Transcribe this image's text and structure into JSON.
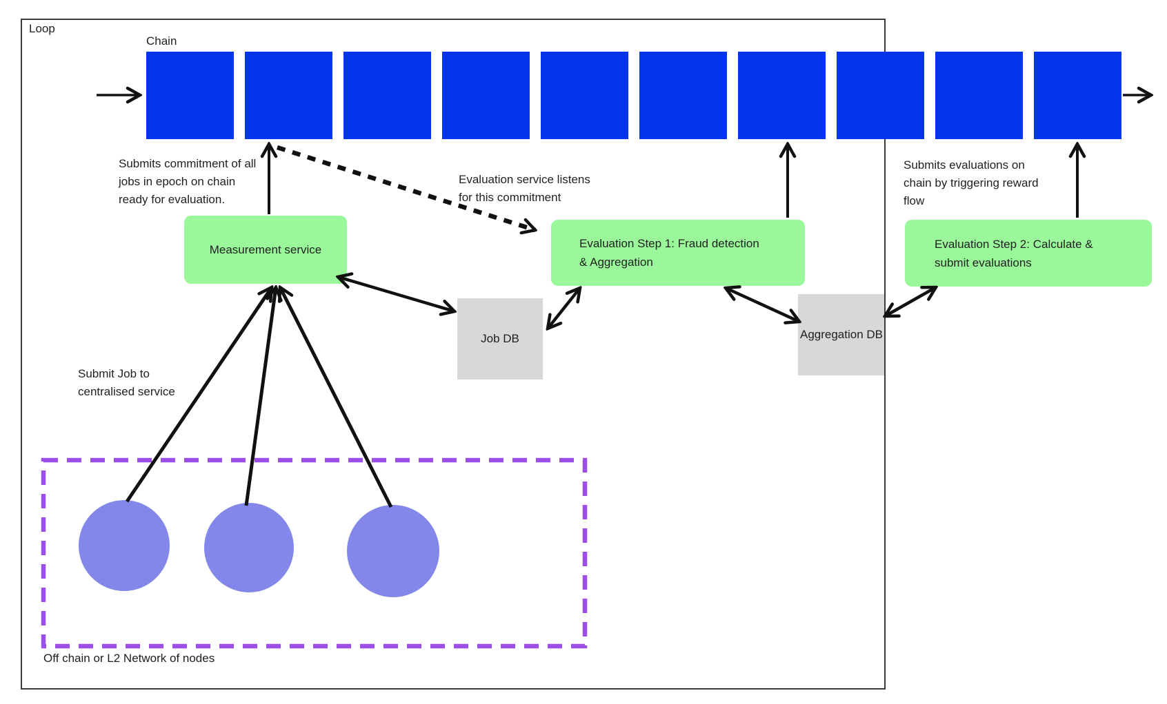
{
  "loop": {
    "label": "Loop"
  },
  "chain": {
    "label": "Chain",
    "block_count": 10
  },
  "services": {
    "measurement": {
      "label": "Measurement service"
    },
    "eval_step1": {
      "line1": "Evaluation Step 1: Fraud detection",
      "line2": "& Aggregation"
    },
    "eval_step2": {
      "line1": "Evaluation Step 2: Calculate &",
      "line2": "submit evaluations"
    }
  },
  "databases": {
    "job_db": {
      "label": "Job DB"
    },
    "aggregation_db": {
      "label": "Aggregation DB"
    }
  },
  "annotations": {
    "commitment": {
      "line1": "Submits commitment of all",
      "line2": "jobs in epoch on chain",
      "line3": "ready for evaluation."
    },
    "listen": {
      "line1": "Evaluation service listens",
      "line2": "for this commitment"
    },
    "evaluations": {
      "line1": "Submits evaluations on",
      "line2": "chain by triggering reward",
      "line3": "flow"
    },
    "submit_job": {
      "line1": "Submit Job to",
      "line2": "centralised service"
    },
    "offchain": {
      "label": "Off chain or L2 Network of nodes"
    }
  },
  "colors": {
    "chain_block": "#0435EC",
    "service_box": "#9AF89A",
    "database_box": "#D8D8D8",
    "node_circle": "#8287E9",
    "offchain_border": "#9C4FE8",
    "arrow": "#111111"
  }
}
